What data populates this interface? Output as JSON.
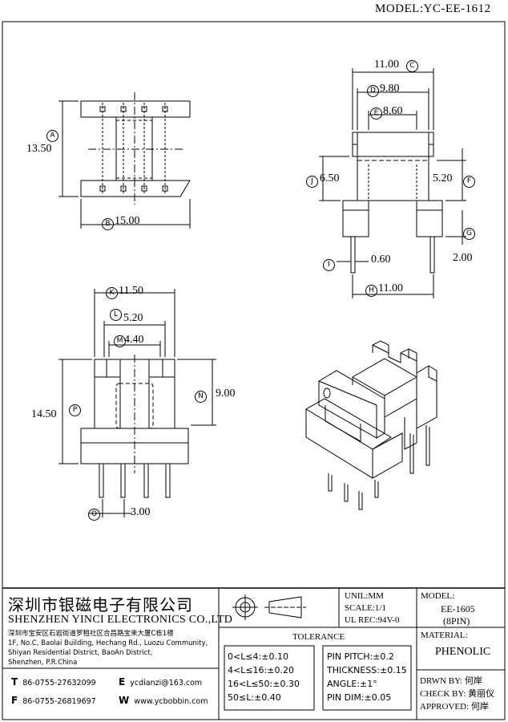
{
  "header": {
    "model_title": "MODEL:YC-EE-1612"
  },
  "dimensions": {
    "A": "A",
    "A_val": "13.50",
    "B": "B",
    "B_val": "15.00",
    "C": "C",
    "C_val": "11.00",
    "D": "D",
    "D_val": "9.80",
    "E": "E",
    "E_val": "8.60",
    "F": "F",
    "F_val": "5.20",
    "G": "G",
    "G_val": "2.00",
    "H": "H",
    "H_val": "11.00",
    "I": "I",
    "I_val": "0.60",
    "J": "J",
    "J_val": "6.50",
    "K": "K",
    "K_val": "11.50",
    "L": "L",
    "L_val": "5.20",
    "M": "M",
    "M_val": "4.40",
    "N": "N",
    "N_val": "9.00",
    "O": "O",
    "O_val": "3.00",
    "P": "P",
    "P_val": "14.50"
  },
  "title_block": {
    "company_cn": "深圳市银磁电子有限公司",
    "company_en": "SHENZHEN YINCI ELECTRONICS CO.,LTD",
    "address_cn": "深圳市宝安区石岩街道罗租社区合昌路宝来大厦C栋1楼",
    "address_en_1": "1F, No.C, Baolai Building, Hechang Rd., Luozu Community,",
    "address_en_2": "Shiyan Residential District, BaoAn District,",
    "address_en_3": "Shenzhen, P.R.China",
    "tel_label": "T",
    "tel": "86-0755-27632099",
    "fax_label": "F",
    "fax": "86-0755-26819697",
    "email_label": "E",
    "email": "ycdianzi@163.com",
    "web_label": "W",
    "web": "www.ycbobbin.com",
    "unit": "UNIL:MM",
    "scale": "SCALE:1/1",
    "ul_rec": "UL REC:94V-0",
    "model_label": "MODEL:",
    "model_value": "EE-1605",
    "pins": "(8PIN)",
    "material_label": "MATERIAL:",
    "material_value": "PHENOLIC",
    "tolerance_title": "TOLERANCE",
    "tolerance_left": [
      "0<L≤4:±0.10",
      "4<L≤16:±0.20",
      "16<L≤50:±0.30",
      "50≤L:±0.40"
    ],
    "tolerance_right": [
      "PIN PITCH:±0.2",
      "THICKNESS:±0.15",
      "ANGLE:±1°",
      "PIN DIM:±0.05"
    ],
    "drawn_by_label": "DRWN BY:",
    "drawn_by": "何岸",
    "check_by_label": "CHECK BY:",
    "check_by": "黄丽仪",
    "approved_label": "APPROVED:",
    "approved": "何岸"
  }
}
